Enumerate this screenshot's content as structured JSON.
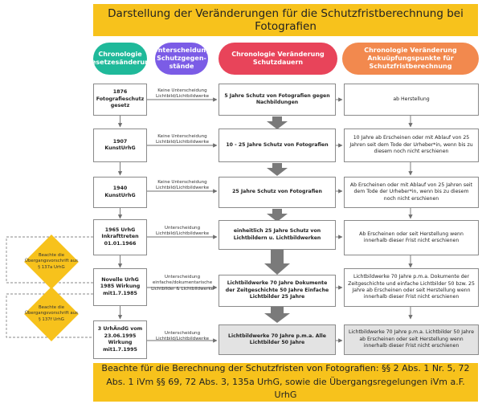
{
  "title": "Darstellung der Veränderungen für die Schutzfristberechnung bei Fotografien",
  "footer": "Beachte für die Berechnung der Schutzfristen von Fotografien:  §§ 2 Abs. 1 Nr. 5, 72 Abs. 1 iVm §§ 69, 72 Abs. 3, 135a UrhG, sowie die Übergangsregelungen iVm a.F. UrhG",
  "headers": {
    "col1": "Chronologie Gesetzesänderung",
    "col2": "Unterscheidung Schutzgegen-stände",
    "col3": "Chronologie Veränderung Schutzdauern",
    "col4": "Chronologie Veränderung Ankuüpfungspunkte für Schutzfristberechnung"
  },
  "colors": {
    "banner": "#f7c21c",
    "col1": "#1fb99a",
    "col2": "#7b5ce6",
    "col3": "#e8445a",
    "col4": "#f2894e",
    "box_border": "#8a8a8a",
    "arrow": "#6f6f6f"
  },
  "rows": [
    {
      "law": "1876 Fotografieschutz gesetz",
      "distinction": "Keine Unterscheidung Lichtbild/Lichtbildwerke",
      "duration": "5 Jahre Schutz von Fotografien gegen Nachbildungen",
      "anchor": "ab Herstellung"
    },
    {
      "law": "1907 KunstUrhG",
      "distinction": "Keine Unterscheidung Lichtbild/Lichtbildwerke",
      "duration": "10 - 25 Jahre Schutz von Fotografien",
      "anchor": "10 Jahre ab Erscheinen oder mit Ablauf von 25 Jahren seit dem Tode der Urheber*in, wenn bis zu diesem noch nicht erschienen"
    },
    {
      "law": "1940 KunstUrhG",
      "distinction": "Keine Unterscheidung Lichtbild/Lichtbildwerke",
      "duration": "25 Jahre Schutz von Fotografien",
      "anchor": "Ab Erscheinen oder mit Ablauf von 25 Jahren seit dem Tode der Urheber*in, wenn bis zu diesem noch nicht erschienen"
    },
    {
      "law": "1965 UrhG Inkrafttreten 01.01.1966",
      "distinction": "Unterscheidung Lichtbild/Lichtbildwerke",
      "duration": "einheitlich 25 Jahre Schutz von Lichtbildern u. Lichtbildwerken",
      "anchor": "Ab Erscheinen oder seit Herstellung wenn innerhalb dieser Frist nicht erschienen"
    },
    {
      "law": "Novelle UrhG 1985 Wirkung mit1.7.1985",
      "distinction": "Unterscheidung einfache/dokumentarische Lichtbilder & Lichtbildwerke",
      "duration": "Lichtbildwerke 70 Jahre Dokumente der Zeitgeschichte 50 Jahre Einfache Lichtbilder 25 Jahre",
      "anchor": "Lichtbildwerke 70 Jahre p.m.a. Dokumente der Zeitgeschichte und einfache Lichtbilder 50 bzw. 25 Jahre ab Erscheinen oder seit Herstellung wenn innerhalb dieser Frist nicht erschienen"
    },
    {
      "law": "3 UrhÄndG vom 23.06.1995 Wirkung mit1.7.1995",
      "distinction": "Unterscheidung Lichtbild/Lichtbildwerke",
      "duration": "Lichtbildwerke 70 Jahre p.m.a. Alle Lichtbilder 50 Jahre",
      "anchor": "Lichtbildwerke 70 Jahre p.m.a. Lichtbilder 50  Jahre ab Erscheinen oder seit Herstellung wenn innerhalb dieser Frist nicht erschienen"
    }
  ],
  "notes": [
    "Beachte die Übergangsvorschrift aus § 137a UrhG",
    "Beachte die Übergangsvorschrift aus § 137f UrhG"
  ]
}
